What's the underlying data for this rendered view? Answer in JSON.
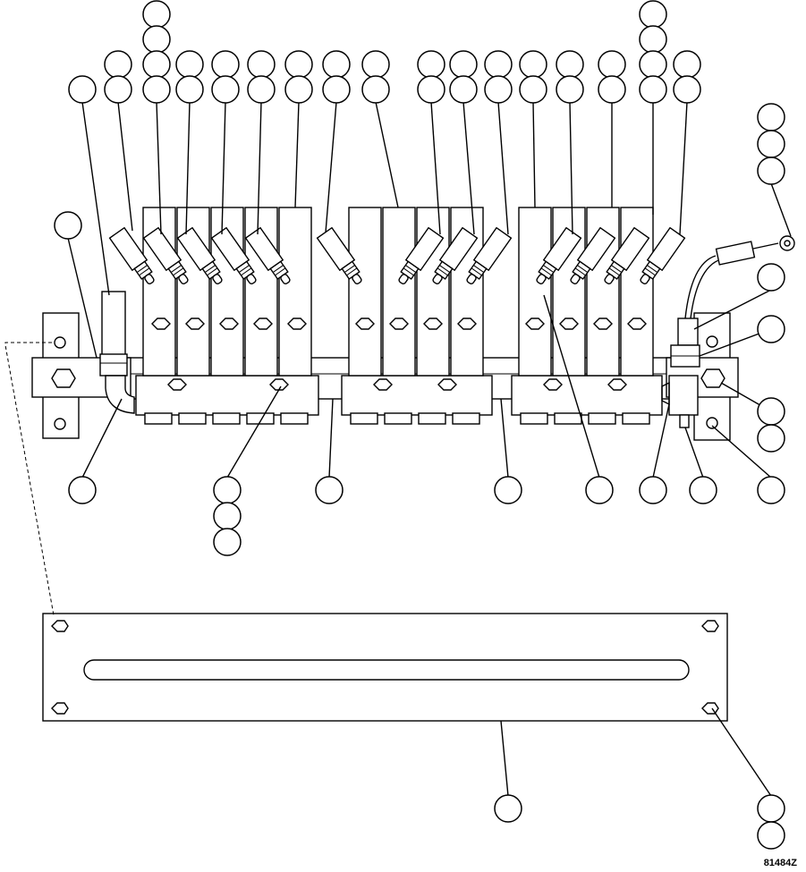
{
  "diagram": {
    "drawing_number": "81484Z",
    "components": [
      "solenoid-valve-bank-left",
      "solenoid-valve-bank-center",
      "solenoid-valve-bank-right",
      "mounting-bracket-left",
      "mounting-bracket-right",
      "pressure-switch",
      "tee-fitting",
      "elbow-fitting",
      "hose-fitting",
      "wire-harness-connector",
      "slotted-plate"
    ],
    "callout_bubbles": "unlabeled"
  }
}
